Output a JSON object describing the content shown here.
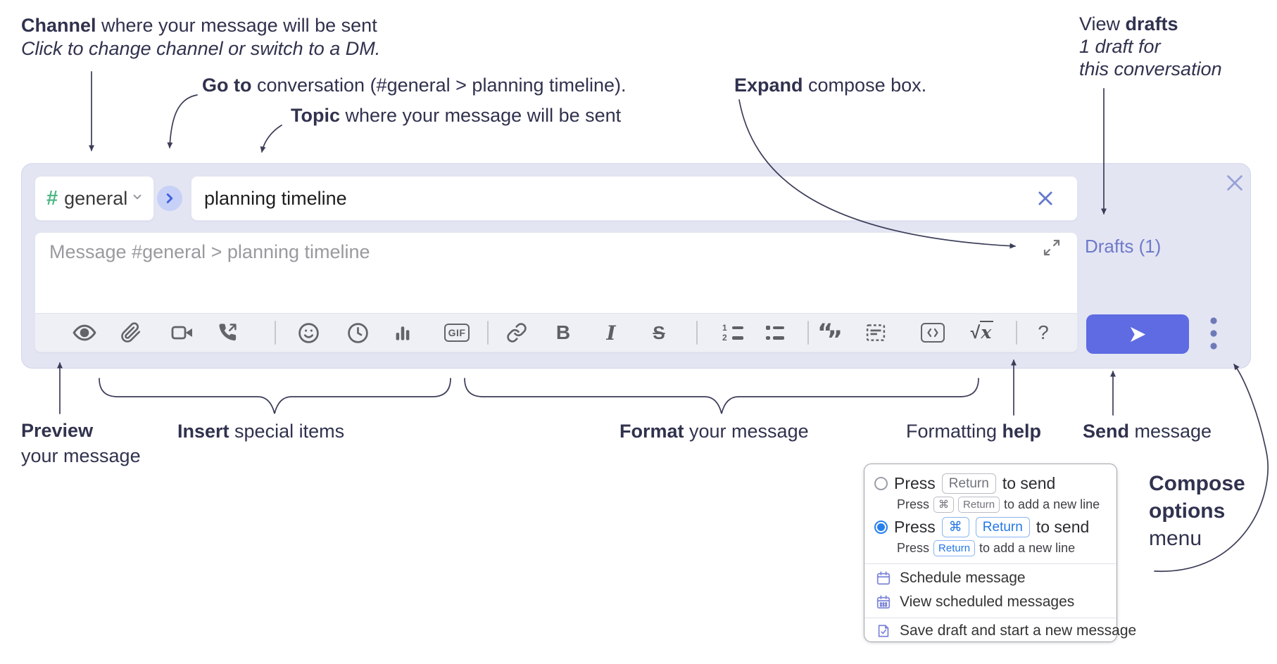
{
  "annotations": {
    "channel": {
      "bold": "Channel",
      "rest": " where your message will be sent",
      "sub_italic": "Click to change channel or switch to a DM."
    },
    "go_to": {
      "bold": "Go to",
      "rest": " conversation (#general > planning timeline)."
    },
    "topic": {
      "bold": "Topic",
      "rest": " where your message will be sent"
    },
    "expand": {
      "bold": "Expand",
      "rest": " compose box."
    },
    "view_drafts": {
      "pre": "View ",
      "bold": "drafts",
      "line2": "1 draft for",
      "line3": "this conversation"
    },
    "preview": {
      "bold": "Preview",
      "line2": "your message"
    },
    "insert": {
      "bold": "Insert",
      "rest": " special items"
    },
    "format": {
      "bold": "Format",
      "rest": " your message"
    },
    "formatting_help": {
      "pre": "Formatting ",
      "bold": "help"
    },
    "send": {
      "bold": "Send",
      "rest": " message"
    },
    "compose_options": {
      "line1": "Compose",
      "line2": "options",
      "line3": "menu"
    }
  },
  "compose_box": {
    "channel_selector": {
      "hash": "#",
      "name": "general"
    },
    "topic_input": {
      "value": "planning timeline"
    },
    "message_input": {
      "placeholder": "Message #general > planning timeline"
    },
    "drafts_link": {
      "label": "Drafts (1)"
    }
  },
  "toolbar": {
    "gif": "GIF",
    "bold": "B",
    "italic": "I",
    "strike": "S",
    "ol_1": "1",
    "ol_2": "2",
    "quote_open": "“",
    "quote_close": "”",
    "sqrt_sign": "√",
    "sqrt_x": "x",
    "help": "?"
  },
  "options_menu": {
    "return_option": {
      "press": "Press",
      "key": "Return",
      "after": "to send",
      "sub_press": "Press",
      "sub_key_cmd": "⌘",
      "sub_key_return": "Return",
      "sub_after": "to add a new line"
    },
    "cmd_return_option": {
      "press": "Press",
      "key_cmd": "⌘",
      "key_return": "Return",
      "after": "to send",
      "sub_press": "Press",
      "sub_key_return": "Return",
      "sub_after": "to add a new line"
    },
    "items": [
      {
        "label": "Schedule message"
      },
      {
        "label": "View scheduled messages"
      },
      {
        "label": "Save draft and start a new message"
      }
    ]
  },
  "colors": {
    "compose_box_bg": "#e3e5f3",
    "send_button": "#5e6be2",
    "accent_link": "#6e7ac8",
    "channel_hash_green": "#4fb786",
    "goto_circle_bg": "#c7d0f6",
    "goto_chevron": "#3d62df",
    "radio_selected": "#2680eb",
    "key_blue": "#2477e6",
    "menu_icon": "#7d85d8",
    "annotation_text": "#30324e",
    "toolbar_icon": "#63636a"
  }
}
